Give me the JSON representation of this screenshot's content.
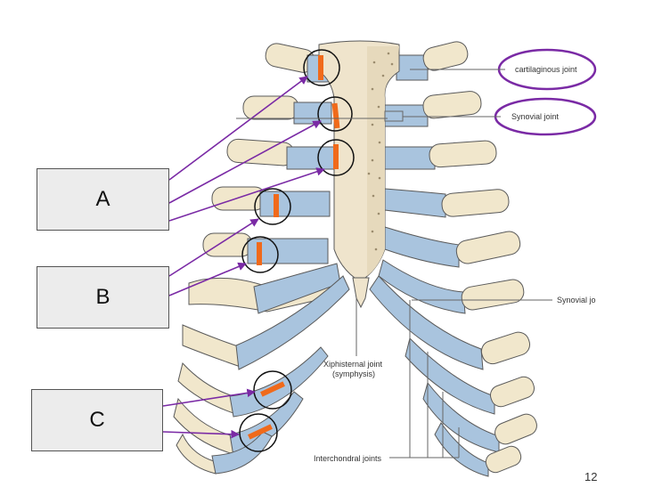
{
  "boxes": {
    "a": "A",
    "b": "B",
    "c": "C"
  },
  "labels": {
    "cartilaginous": "cartilaginous joint",
    "synovial_top": "Synovial joint",
    "synovial_right": "Synovial jo",
    "xiphisternal_1": "Xiphisternal joint",
    "xiphisternal_2": "(symphysis)",
    "interchondral": "Interchondral joints",
    "page_number": "12"
  },
  "colors": {
    "bone": "#f1e7cc",
    "cartilage": "#a9c4de",
    "marker": "#f06a1b",
    "arrow": "#7a2aa5",
    "outline": "#6a5a9a"
  }
}
